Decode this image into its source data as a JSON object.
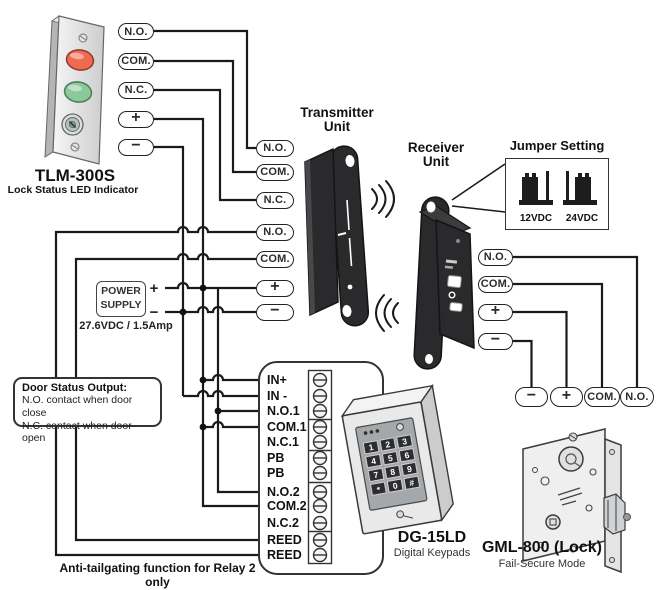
{
  "tlm": {
    "title": "TLM-300S",
    "subtitle": "Lock Status LED Indicator",
    "terminals": [
      "N.O.",
      "COM.",
      "N.C.",
      "+",
      "−"
    ]
  },
  "transmitter": {
    "title_line1": "Transmitter",
    "title_line2": "Unit",
    "terminals": [
      "N.O.",
      "COM.",
      "N.C.",
      "N.O.",
      "COM.",
      "+",
      "−"
    ]
  },
  "receiver": {
    "title_line1": "Receiver",
    "title_line2": "Unit",
    "terminals": [
      "N.O.",
      "COM.",
      "+",
      "−"
    ],
    "bottom_terminals": [
      "−",
      "+",
      "COM.",
      "N.O."
    ]
  },
  "jumper_setting": {
    "title": "Jumper Setting",
    "options": [
      "12VDC",
      "24VDC"
    ]
  },
  "power_supply": {
    "line1": "POWER",
    "line2": "SUPPLY",
    "plus": "+",
    "minus": "−",
    "rating": "27.6VDC / 1.5Amp"
  },
  "door_status": {
    "title": "Door Status Output:",
    "line1": "N.O. contact when door close",
    "line2": "N.C. contact when door open"
  },
  "terminal_block": {
    "labels": [
      "IN+",
      "IN -",
      "N.O.1",
      "COM.1",
      "N.C.1",
      "PB",
      "PB",
      "N.O.2",
      "COM.2",
      "N.C.2",
      "REED",
      "REED"
    ]
  },
  "keypad": {
    "model": "DG-15LD",
    "caption": "Digital Keypads",
    "keys": [
      "1",
      "2",
      "3",
      "4",
      "5",
      "6",
      "7",
      "8",
      "9",
      "*",
      "0",
      "#"
    ]
  },
  "lock": {
    "model": "GML-800 (Lock)",
    "caption": "Fail-Secure Mode"
  },
  "note": {
    "text": "Anti-tailgating function for Relay 2 only"
  }
}
